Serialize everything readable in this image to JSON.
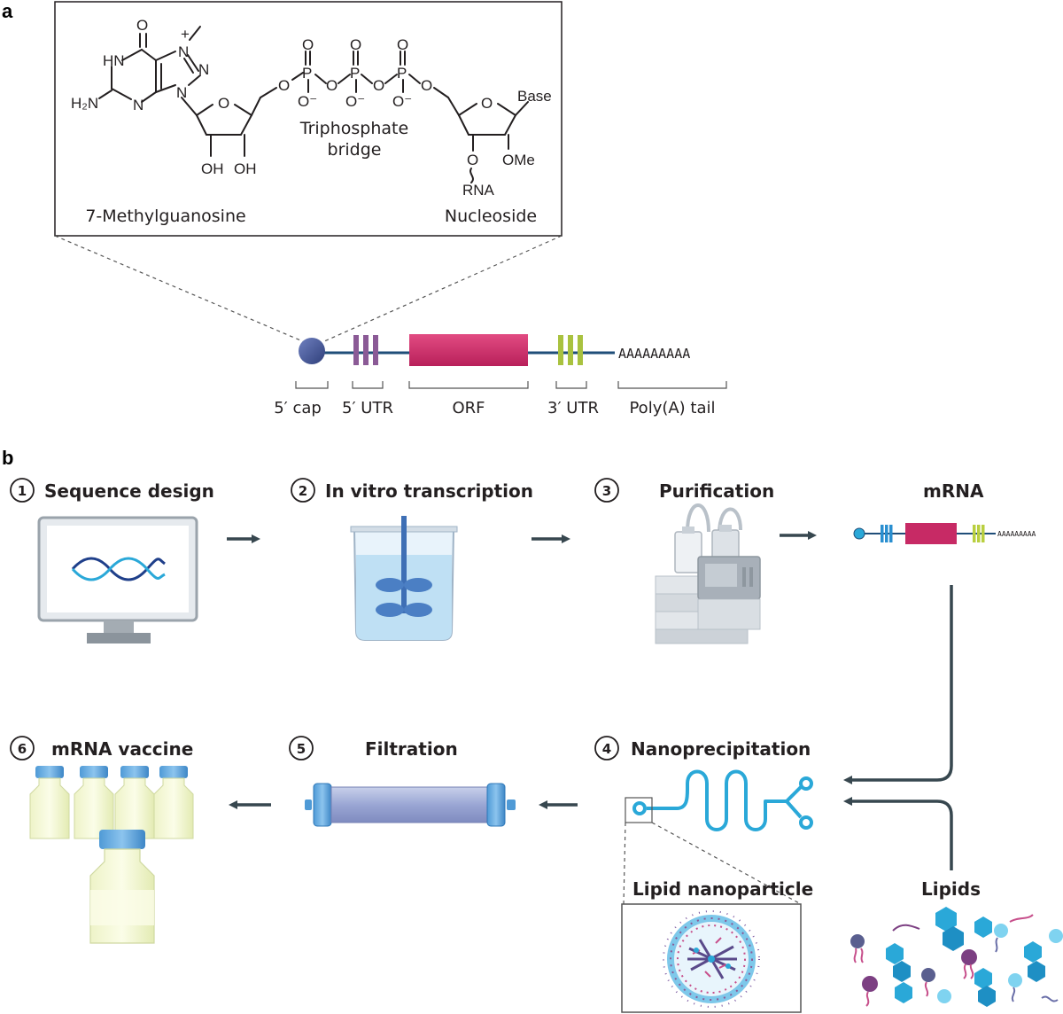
{
  "panel_a": {
    "letter": "a",
    "structure": {
      "atoms": {
        "o_top": "O",
        "hn": "HN",
        "plus": "+",
        "n_methyl": "N",
        "h2n": "H₂N",
        "n_ring": "N",
        "n_right": "N",
        "n_bottom": "N",
        "oh_left": "OH",
        "oh_right": "OH",
        "o_ring_left": "O",
        "o_link_1": "O",
        "o_link_2": "O",
        "o_link_3": "O",
        "o_link_4": "O",
        "p1": "P",
        "p2": "P",
        "p3": "P",
        "o_dbl_1": "O",
        "o_dbl_2": "O",
        "o_dbl_3": "O",
        "o_neg_1": "O⁻",
        "o_neg_2": "O⁻",
        "o_neg_3": "O⁻",
        "o_ring_right": "O",
        "base": "Base",
        "o_3prime": "O",
        "ome": "OMe",
        "rna": "RNA"
      },
      "bridge_line1": "Triphosphate",
      "bridge_line2": "bridge",
      "left_label": "7-Methylguanosine",
      "right_label": "Nucleoside"
    },
    "mrna_labels": {
      "cap": "5′ cap",
      "utr5": "5′ UTR",
      "orf": "ORF",
      "utr3": "3′ UTR",
      "polya": "Poly(A) tail"
    },
    "polya_sequence": "AAAAAAAAA"
  },
  "panel_b": {
    "letter": "b",
    "steps": [
      {
        "number": "1",
        "label": "Sequence design"
      },
      {
        "number": "2",
        "label": "In vitro transcription"
      },
      {
        "number": "3",
        "label": "Purification"
      },
      {
        "number": "4",
        "label": "Nanoprecipitation"
      },
      {
        "number": "5",
        "label": "Filtration"
      },
      {
        "number": "6",
        "label": "mRNA vaccine"
      }
    ],
    "mrna_label": "mRNA",
    "mrna_polya": "AAAAAAAAA",
    "lnp_label": "Lipid nanoparticle",
    "lipids_label": "Lipids"
  },
  "colors": {
    "cap": "#4a5d9c",
    "utr5": "#8b5a96",
    "orf": "#d6336c",
    "utr3": "#a9c23f",
    "backbone": "#1f4e79",
    "cyan": "#2aa8d8",
    "arrow": "#37474f"
  }
}
